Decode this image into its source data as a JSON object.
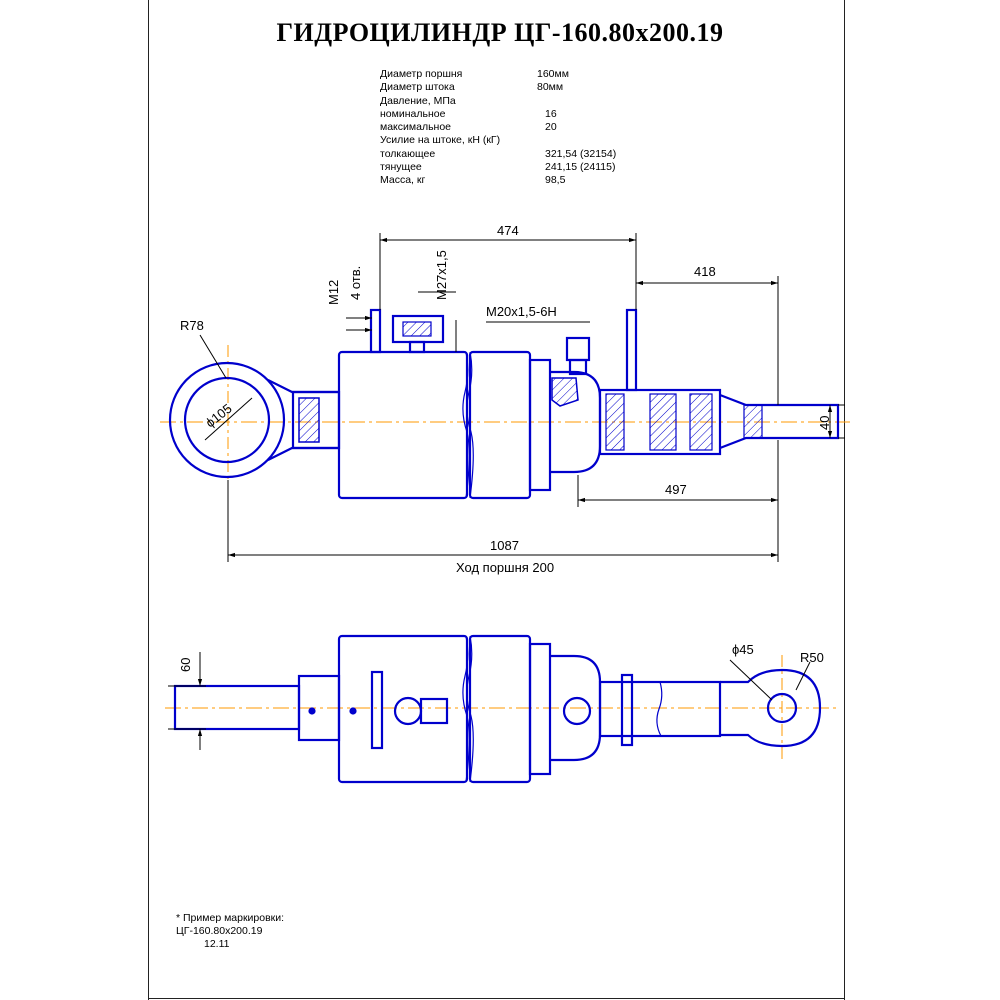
{
  "title": "ГИДРОЦИЛИНДР  ЦГ-160.80х200.19",
  "specs": {
    "labels": [
      "Диаметр поршня",
      "Диаметр штока",
      "Давление, МПа",
      "номинальное",
      "максимальное",
      "Усилие на штоке, кН (кГ)",
      "толкающее",
      "тянущее",
      "Масса, кг"
    ],
    "values": [
      "160мм",
      "80мм",
      "",
      "16",
      "20",
      "",
      "321,54 (32154)",
      "241,15 (24115)",
      "98,5"
    ]
  },
  "dims": {
    "d474": "474",
    "d418": "418",
    "d497": "497",
    "d1087": "1087",
    "stroke": "Ход поршня 200",
    "d40": "40",
    "d60": "60",
    "r78": "R78",
    "d105": "ϕ105",
    "d45": "ϕ45",
    "r50": "R50",
    "m12": "M12",
    "holes": "4 отв.",
    "m27": "M27x1,5",
    "m20": "M20x1,5-6H"
  },
  "note": {
    "line1": "* Пример маркировки:",
    "line2": "ЦГ-160.80х200.19",
    "line3": "12.11"
  },
  "colors": {
    "line": "#0000cc",
    "center": "#ff9900",
    "dim": "#000000"
  }
}
